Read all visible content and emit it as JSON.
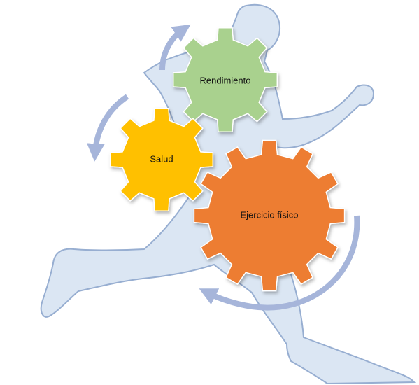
{
  "gears": [
    {
      "id": "rendimiento",
      "label": "Rendimiento",
      "color": "#a9d18e"
    },
    {
      "id": "salud",
      "label": "Salud",
      "color": "#ffc000"
    },
    {
      "id": "ejercicio",
      "label": "Ejercicio físico",
      "color": "#ed7d31"
    }
  ],
  "colors": {
    "runner_fill": "#dbe6f3",
    "runner_stroke": "#97aed1",
    "arrow": "#a6b5da",
    "gear_stroke": "#ffffff"
  }
}
